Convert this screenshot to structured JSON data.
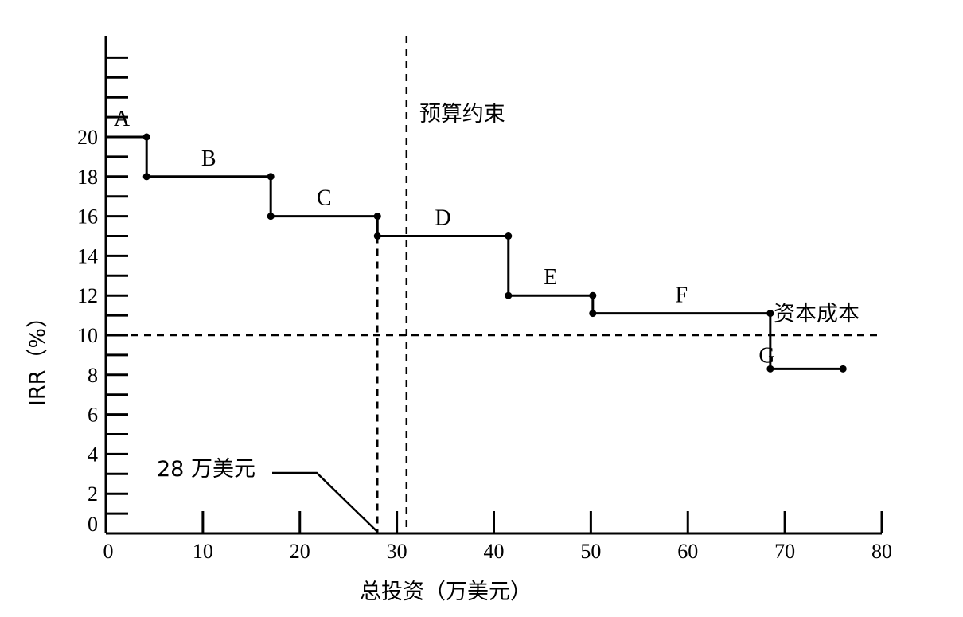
{
  "chart_data": {
    "type": "line",
    "xlabel": "总投资（万美元）",
    "ylabel": "IRR（%）",
    "xlim": [
      0,
      80
    ],
    "ylim": [
      0,
      20
    ],
    "x_ticks": [
      0,
      10,
      20,
      30,
      40,
      50,
      60,
      70,
      80
    ],
    "y_ticks": [
      0,
      2,
      4,
      6,
      8,
      10,
      12,
      14,
      16,
      18,
      20
    ],
    "grid": false,
    "series": [
      {
        "name": "",
        "segments": [
          {
            "label": "A",
            "x_start": 0,
            "x_end": 4.2,
            "irr": 20
          },
          {
            "label": "B",
            "x_start": 4.2,
            "x_end": 17,
            "irr": 18
          },
          {
            "label": "C",
            "x_start": 17,
            "x_end": 28,
            "irr": 16
          },
          {
            "label": "D",
            "x_start": 28,
            "x_end": 41.5,
            "irr": 15
          },
          {
            "label": "E",
            "x_start": 41.5,
            "x_end": 50.2,
            "irr": 12
          },
          {
            "label": "F",
            "x_start": 50.2,
            "x_end": 68.5,
            "irr": 11.1
          },
          {
            "label": "G",
            "x_start": 68.5,
            "x_end": 76,
            "irr": 8.3
          }
        ]
      }
    ],
    "reference_lines": [
      {
        "orientation": "vertical",
        "value": 31,
        "label": "预算约束"
      },
      {
        "orientation": "horizontal",
        "value": 10,
        "label": "资本成本"
      },
      {
        "orientation": "vertical",
        "value": 28,
        "label": "28 万美元"
      }
    ]
  }
}
